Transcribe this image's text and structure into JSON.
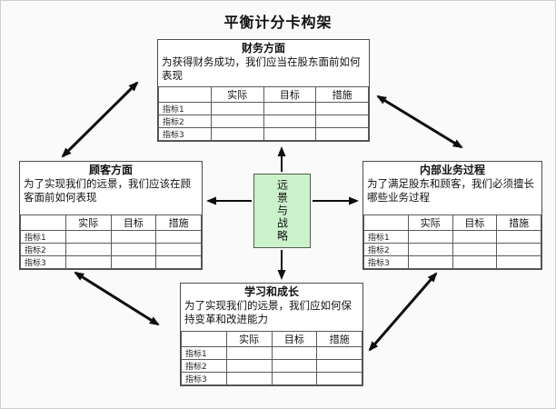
{
  "title": "平衡计分卡构架",
  "center": {
    "label": "远景与战略"
  },
  "boxes": {
    "financial": {
      "title": "财务方面",
      "desc": "为获得财务成功，我们应当在股东面前如何表现"
    },
    "customer": {
      "title": "顾客方面",
      "desc": "为了实现我们的远景，我们应该在顾客面前如何表现"
    },
    "internal": {
      "title": "内部业务过程",
      "desc": "为了满足股东和顾客，我们必须擅长哪些业务过程"
    },
    "learning": {
      "title": "学习和成长",
      "desc": "为了实现我们的远景，我们应如何保持变革和改进能力"
    }
  },
  "table": {
    "headers": [
      "",
      "实际",
      "目标",
      "措施"
    ],
    "rows": [
      "指标1",
      "指标2",
      "指标3"
    ]
  },
  "colors": {
    "page_bg": "#fafafa",
    "box_border": "#4d4d4d",
    "center_bg": "#ccf2cc",
    "arrow": "#0d0d0d"
  }
}
